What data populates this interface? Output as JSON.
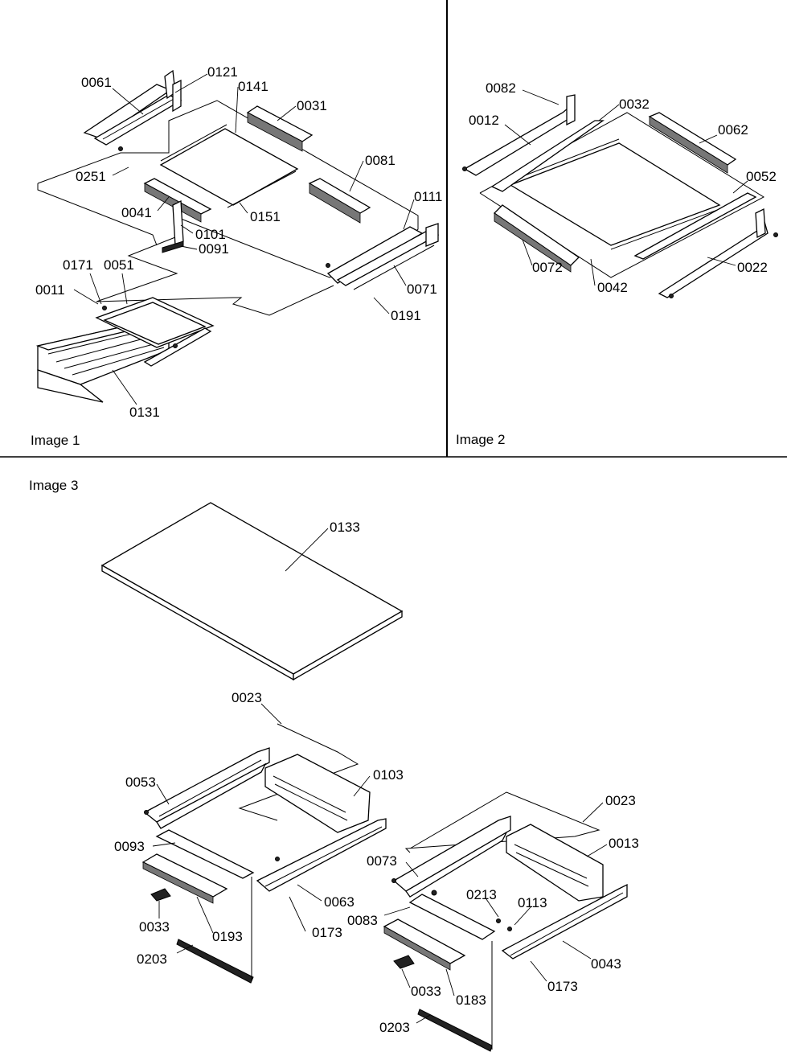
{
  "panels": {
    "image1": {
      "caption": "Image 1",
      "labels": [
        "0061",
        "0121",
        "0141",
        "0031",
        "0251",
        "0081",
        "0111",
        "0041",
        "0151",
        "0101",
        "0091",
        "0171",
        "0051",
        "0011",
        "0071",
        "0191",
        "0131"
      ]
    },
    "image2": {
      "caption": "Image 2",
      "labels": [
        "0082",
        "0032",
        "0012",
        "0062",
        "0052",
        "0072",
        "0042",
        "0022"
      ]
    },
    "image3": {
      "caption": "Image 3",
      "labels": [
        "0133",
        "0023",
        "0103",
        "0053",
        "0023",
        "0013",
        "0093",
        "0073",
        "0063",
        "0213",
        "0113",
        "0083",
        "0033",
        "0193",
        "0173",
        "0043",
        "0203",
        "0033",
        "0183",
        "0173",
        "0203"
      ]
    }
  }
}
